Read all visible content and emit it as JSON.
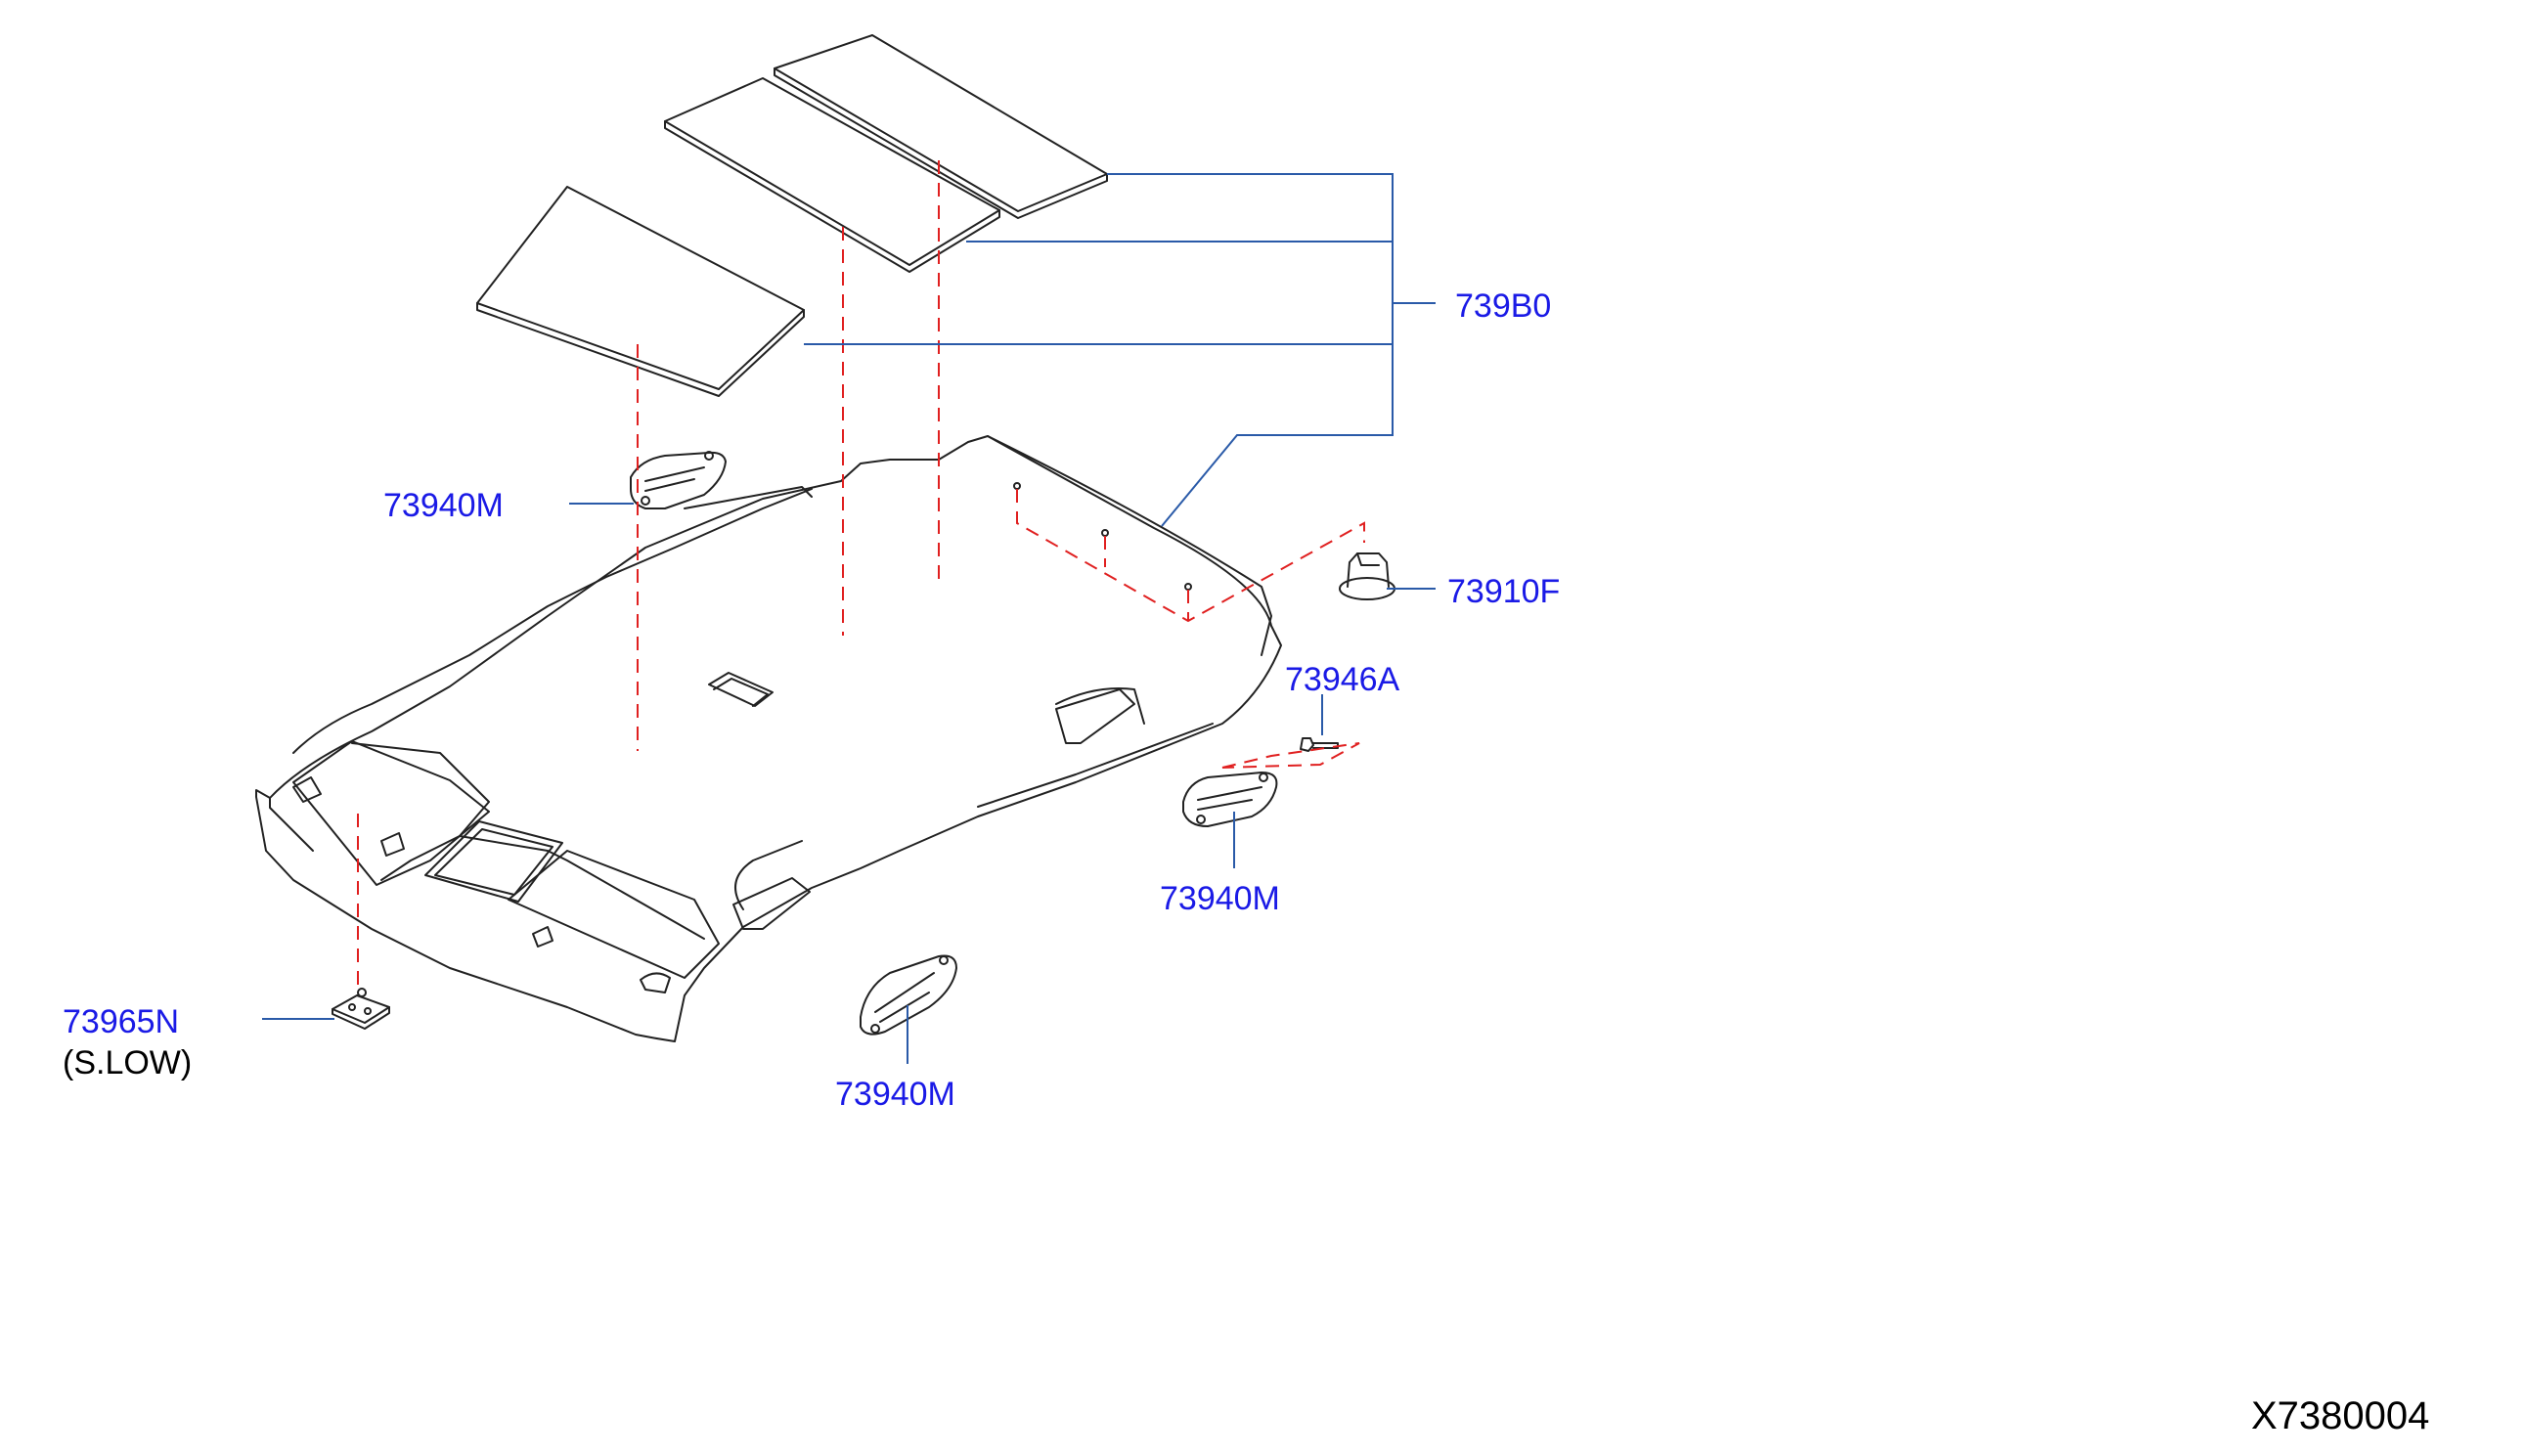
{
  "diagram_code": "X7380004",
  "colors": {
    "part_label": "#1a1ae6",
    "leader_line": "#2a5aa8",
    "dashed_line": "#e02020",
    "outline": "#222222"
  },
  "parts": [
    {
      "id": "pad-roof",
      "part_number": "739B0"
    },
    {
      "id": "grip-assist-top",
      "part_number": "73940M"
    },
    {
      "id": "clip",
      "part_number": "73910F"
    },
    {
      "id": "screw",
      "part_number": "73946A"
    },
    {
      "id": "grip-assist-right",
      "part_number": "73940M"
    },
    {
      "id": "grip-assist-bottom",
      "part_number": "73940M"
    },
    {
      "id": "holder",
      "part_number": "73965N",
      "note": "(S.LOW)"
    }
  ]
}
